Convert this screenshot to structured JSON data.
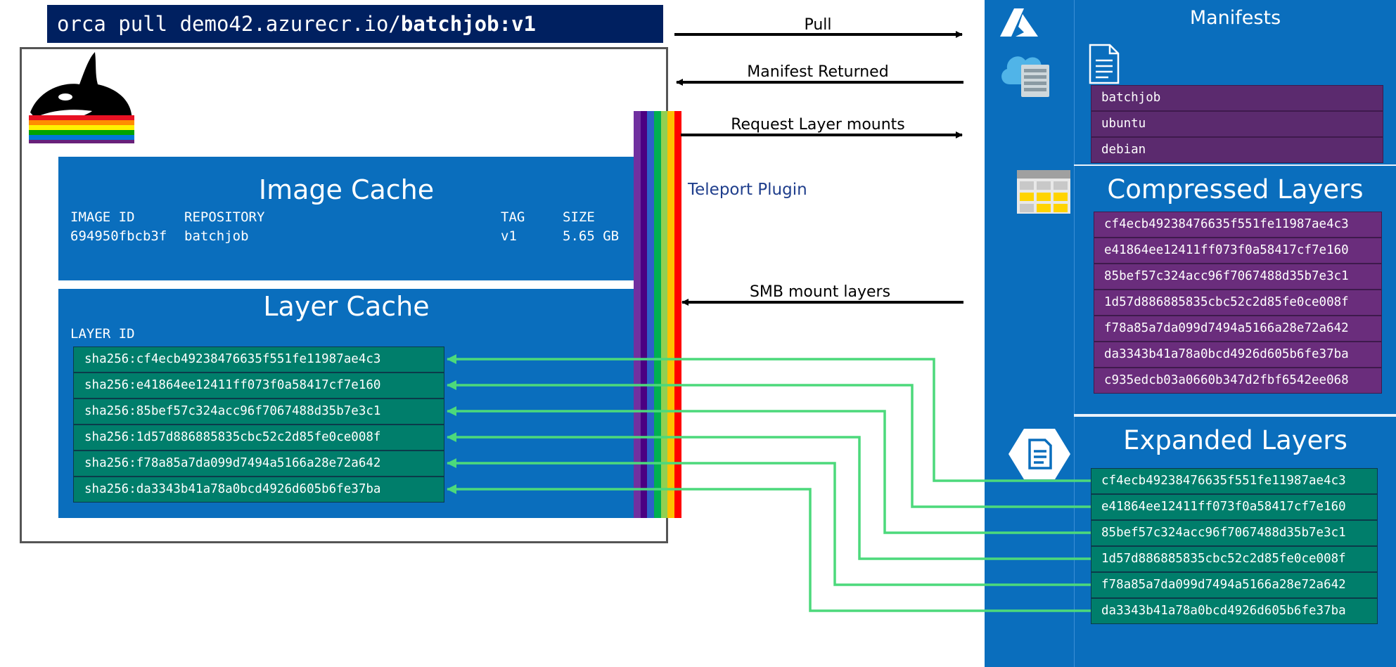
{
  "command": {
    "prefix": "orca pull demo42.azurecr.io/",
    "image": "batchjob:v1"
  },
  "arrows": {
    "pull": "Pull",
    "manifest_returned": "Manifest Returned",
    "request_layer_mounts": "Request Layer mounts",
    "smb_mount_layers": "SMB mount layers"
  },
  "plugin_label": "Teleport Plugin",
  "image_cache": {
    "title": "Image Cache",
    "headers": [
      "IMAGE ID",
      "REPOSITORY",
      "TAG",
      "SIZE"
    ],
    "row": [
      "694950fbcb3f",
      "batchjob",
      "v1",
      "5.65 GB"
    ]
  },
  "layer_cache": {
    "title": "Layer Cache",
    "header": "LAYER ID",
    "layers": [
      "sha256:cf4ecb49238476635f551fe11987ae4c3",
      "sha256:e41864ee12411ff073f0a58417cf7e160",
      "sha256:85bef57c324acc96f7067488d35b7e3c1",
      "sha256:1d57d886885835cbc52c2d85fe0ce008f",
      "sha256:f78a85a7da099d7494a5166a28e72a642",
      "sha256:da3343b41a78a0bcd4926d605b6fe37ba"
    ]
  },
  "manifests": {
    "title": "Manifests",
    "items": [
      "batchjob",
      "ubuntu",
      "debian"
    ]
  },
  "compressed_layers": {
    "title": "Compressed Layers",
    "items": [
      "cf4ecb49238476635f551fe11987ae4c3",
      "e41864ee12411ff073f0a58417cf7e160",
      "85bef57c324acc96f7067488d35b7e3c1",
      "1d57d886885835cbc52c2d85fe0ce008f",
      "f78a85a7da099d7494a5166a28e72a642",
      "da3343b41a78a0bcd4926d605b6fe37ba",
      "c935edcb03a0660b347d2fbf6542ee068"
    ]
  },
  "expanded_layers": {
    "title": "Expanded Layers",
    "items": [
      "cf4ecb49238476635f551fe11987ae4c3",
      "e41864ee12411ff073f0a58417cf7e160",
      "85bef57c324acc96f7067488d35b7e3c1",
      "1d57d886885835cbc52c2d85fe0ce008f",
      "f78a85a7da099d7494a5166a28e72a642",
      "da3343b41a78a0bcd4926d605b6fe37ba"
    ]
  },
  "colors": {
    "command_bg": "#002060",
    "cache_blue": "#0a6ebd",
    "layer_green": "#007e6b",
    "manifest_purple": "#5b2a6e",
    "link_green": "#4cd97b",
    "plugin_text": "#1f3e8c"
  },
  "icons": [
    "orca-whale-icon",
    "azure-logo-icon",
    "cloud-registry-icon",
    "document-icon",
    "storage-table-icon",
    "file-share-icon"
  ]
}
